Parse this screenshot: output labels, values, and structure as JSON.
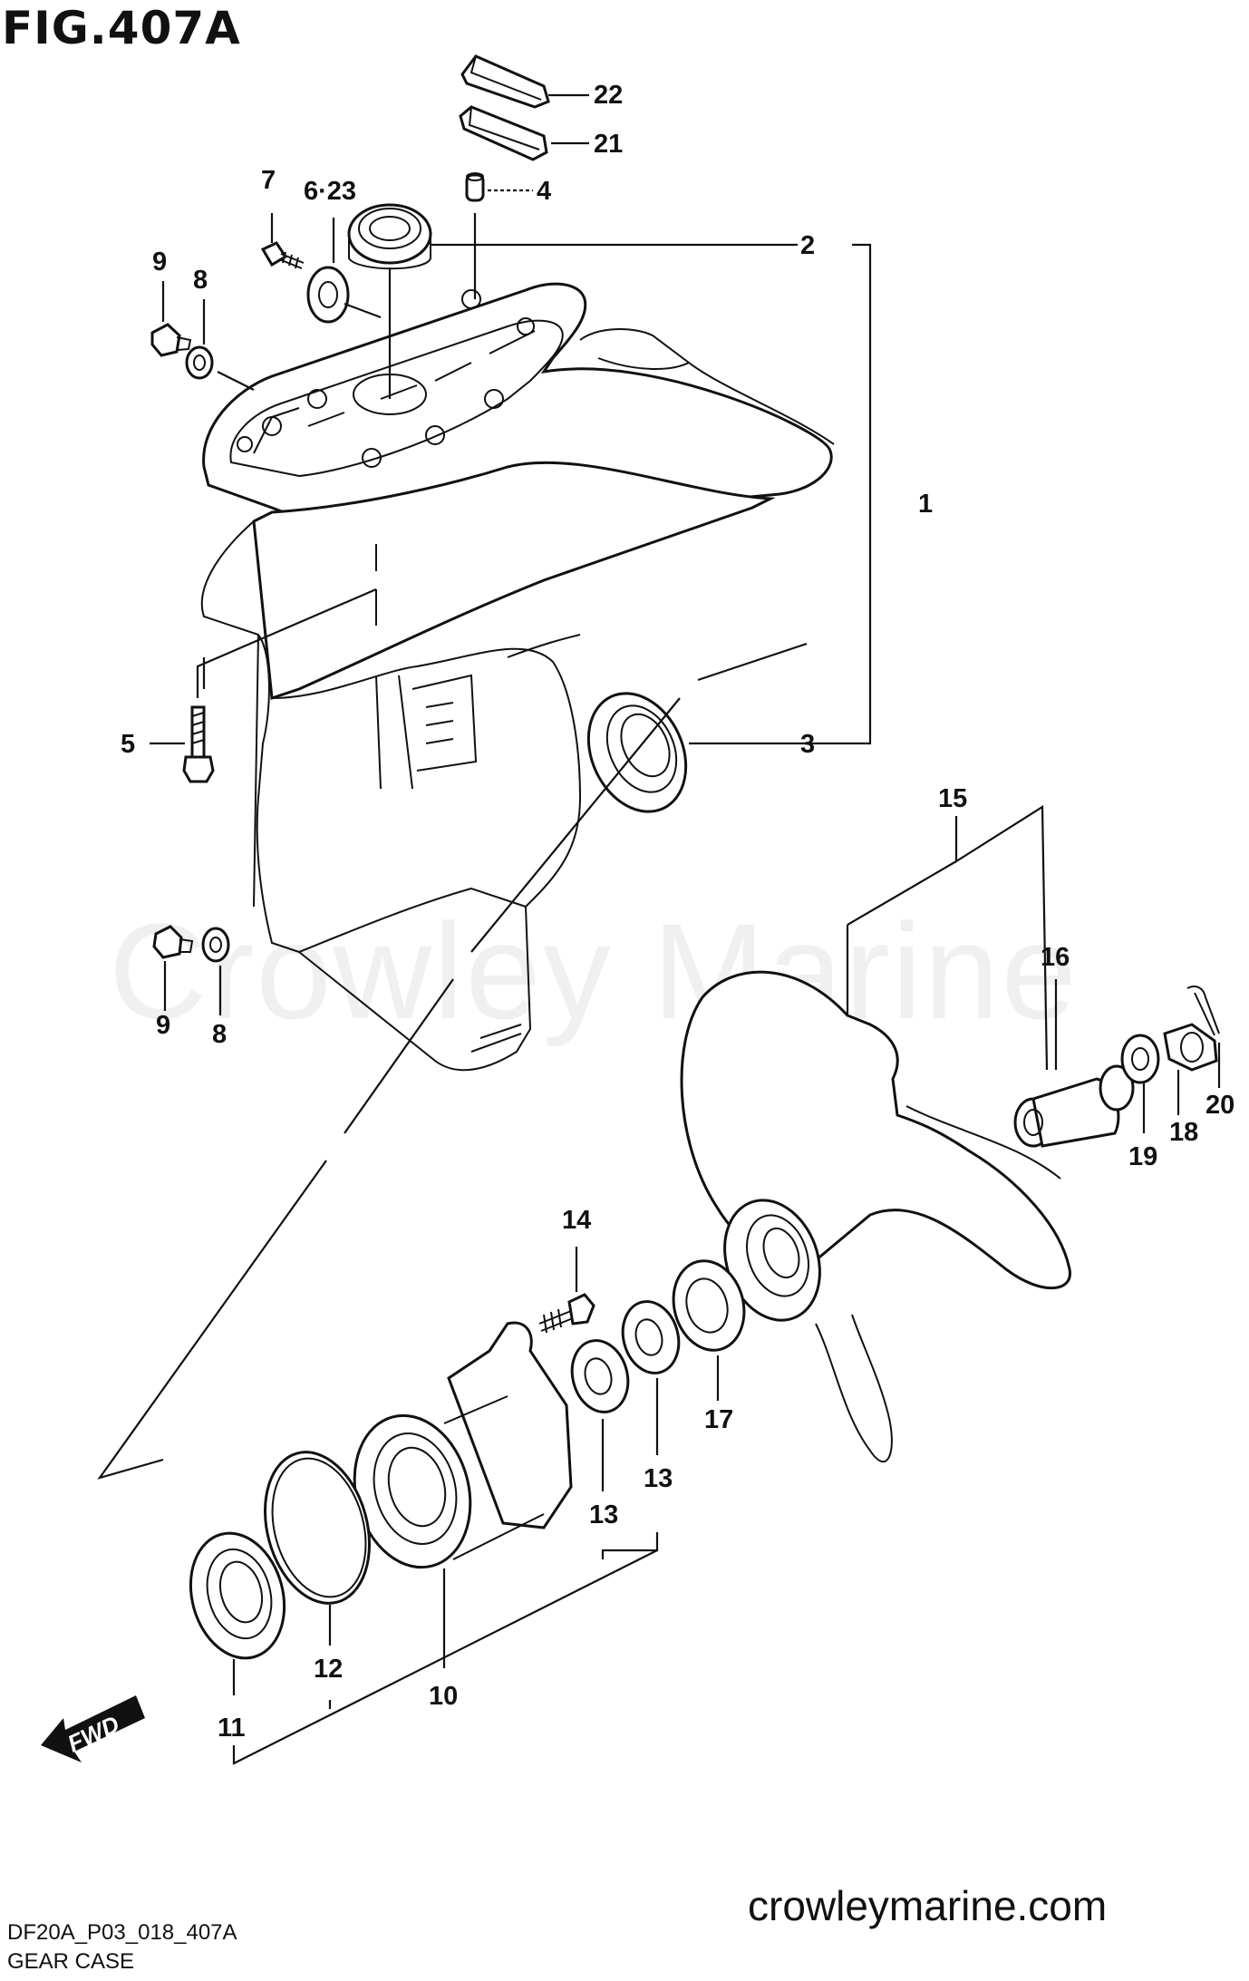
{
  "header": {
    "fig_title": "FIG.407A"
  },
  "footer": {
    "diagram_code": "DF20A_P03_018_407A",
    "caption": "GEAR CASE",
    "website": "crowleymarine.com"
  },
  "watermark": {
    "text": "Crowley Marine"
  },
  "fwd_arrow": {
    "label": "FWD"
  },
  "callouts": {
    "p1": "1",
    "p2": "2",
    "p3": "3",
    "p4": "4",
    "p5": "5",
    "p6_23": "6·23",
    "p7": "7",
    "p8a": "8",
    "p8b": "8",
    "p9a": "9",
    "p9b": "9",
    "p10": "10",
    "p11": "11",
    "p12": "12",
    "p13a": "13",
    "p13b": "13",
    "p14": "14",
    "p15": "15",
    "p16": "16",
    "p17": "17",
    "p18": "18",
    "p19": "19",
    "p20": "20",
    "p21": "21",
    "p22": "22"
  },
  "colors": {
    "line": "#111111",
    "watermark": "#f0f0f0",
    "background": "#ffffff"
  }
}
